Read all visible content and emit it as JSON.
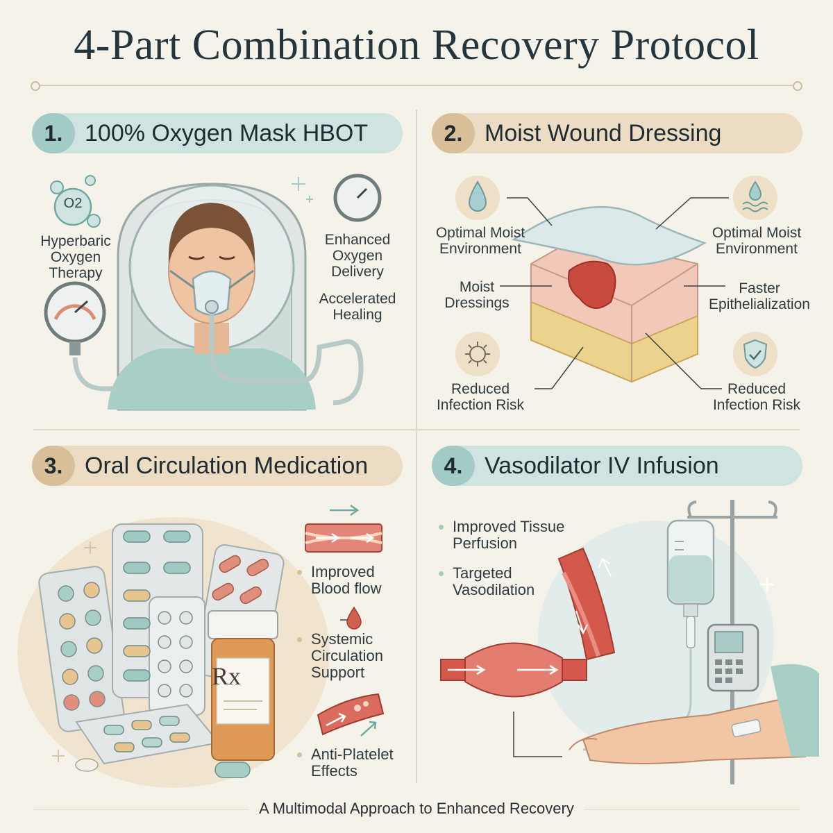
{
  "title": "4-Part Combination Recovery Protocol",
  "sections": [
    {
      "number": "1.",
      "heading": "100% Oxygen Mask HBOT",
      "labels": [
        "Hyperbaric Oxygen Therapy",
        "Enhanced Oxygen Delivery",
        "Accelerated Healing"
      ],
      "o2_symbol": "O2"
    },
    {
      "number": "2.",
      "heading": "Moist Wound Dressing",
      "labels": [
        "Optimal Moist Environment",
        "Optimal Moist Environment",
        "Moist Dressings",
        "Faster Epithelialization",
        "Reduced Infection Risk",
        "Reduced Infection Risk"
      ]
    },
    {
      "number": "3.",
      "heading": "Oral Circulation Medication",
      "labels": [
        "Improved Blood flow",
        "Systemic Circulation Support",
        "Anti-Platelet Effects"
      ],
      "rx_symbol": "Rx"
    },
    {
      "number": "4.",
      "heading": "Vasodilator IV Infusion",
      "labels": [
        "Improved Tissue Perfusion",
        "Targeted Vasodilation"
      ]
    }
  ],
  "footer": "A Multimodal Approach to Enhanced Recovery",
  "colors": {
    "background": "#f5f2ea",
    "teal": "#a3cbc6",
    "sand": "#d9bf98",
    "blood": "#c84a3e"
  },
  "icons": [
    "o2-molecule-icon",
    "pressure-gauge-icon",
    "water-drop-icon",
    "moisture-wave-icon",
    "microbe-icon",
    "shield-check-icon",
    "blood-drop-icon",
    "arrow-right-icon"
  ]
}
